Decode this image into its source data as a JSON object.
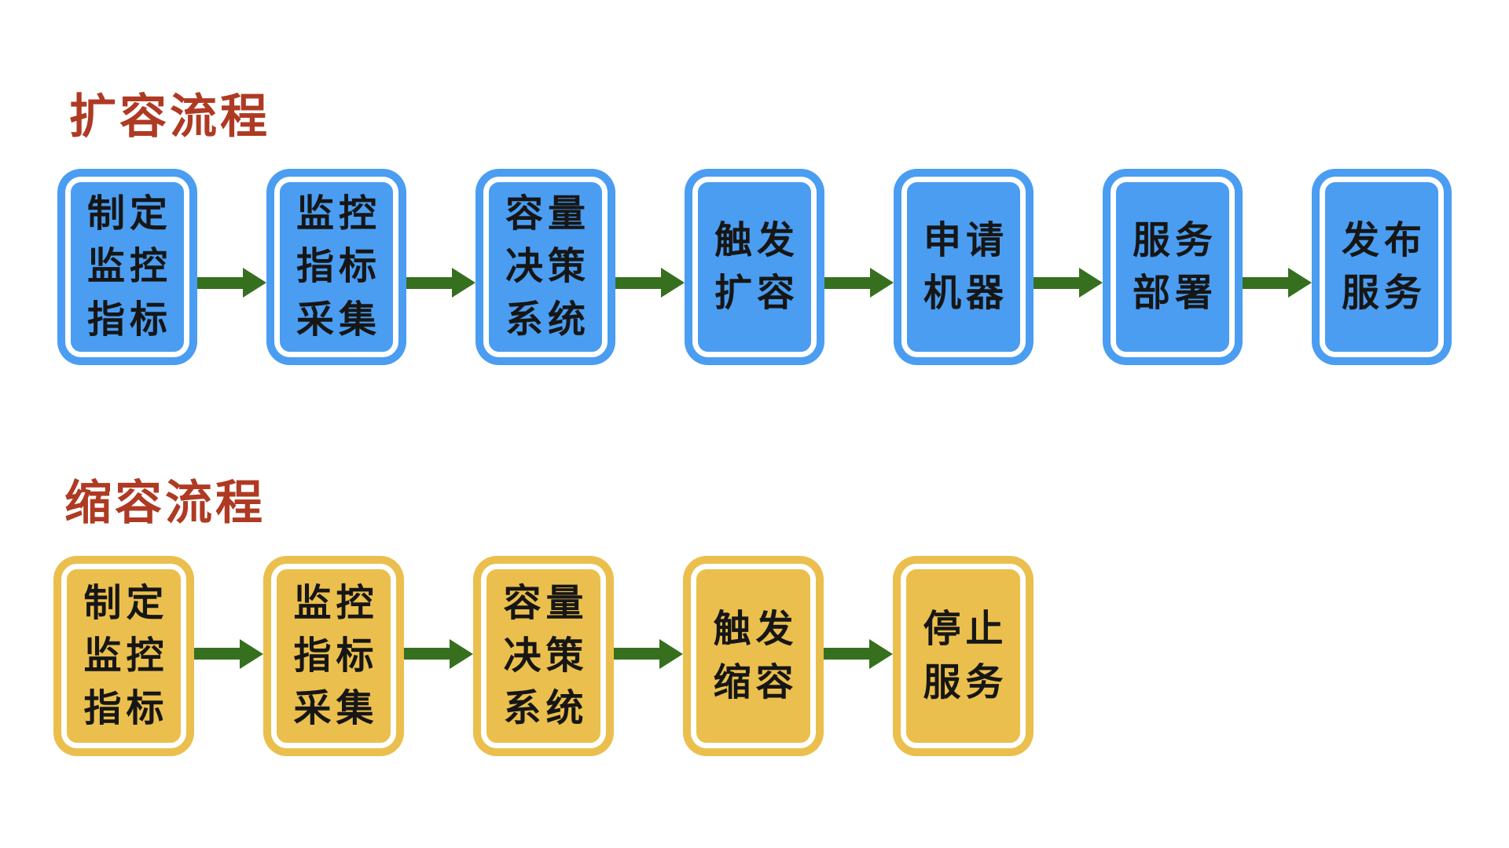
{
  "colors": {
    "blue": "#4A9DF1",
    "yellow": "#EBBF4D",
    "green": "#36701F",
    "title_red": "#AF3A23",
    "box_text": "#161616",
    "inner_border": "#FFFFFF",
    "page_bg": "#FFFFFF"
  },
  "icons": {
    "arrow": "arrow-right-icon"
  },
  "flows": [
    {
      "title": "扩容流程",
      "color": "#4A9DF1",
      "steps": [
        {
          "label": "制定监控指标",
          "lines": [
            "制定",
            "监控",
            "指标"
          ]
        },
        {
          "label": "监控指标采集",
          "lines": [
            "监控",
            "指标",
            "采集"
          ]
        },
        {
          "label": "容量决策系统",
          "lines": [
            "容量",
            "决策",
            "系统"
          ]
        },
        {
          "label": "触发扩容",
          "lines": [
            "触发",
            "扩容"
          ]
        },
        {
          "label": "申请机器",
          "lines": [
            "申请",
            "机器"
          ]
        },
        {
          "label": "服务部署",
          "lines": [
            "服务",
            "部署"
          ]
        },
        {
          "label": "发布服务",
          "lines": [
            "发布",
            "服务"
          ]
        }
      ]
    },
    {
      "title": "缩容流程",
      "color": "#EBBF4D",
      "steps": [
        {
          "label": "制定监控指标",
          "lines": [
            "制定",
            "监控",
            "指标"
          ]
        },
        {
          "label": "监控指标采集",
          "lines": [
            "监控",
            "指标",
            "采集"
          ]
        },
        {
          "label": "容量决策系统",
          "lines": [
            "容量",
            "决策",
            "系统"
          ]
        },
        {
          "label": "触发缩容",
          "lines": [
            "触发",
            "缩容"
          ]
        },
        {
          "label": "停止服务",
          "lines": [
            "停止",
            "服务"
          ]
        }
      ]
    }
  ]
}
